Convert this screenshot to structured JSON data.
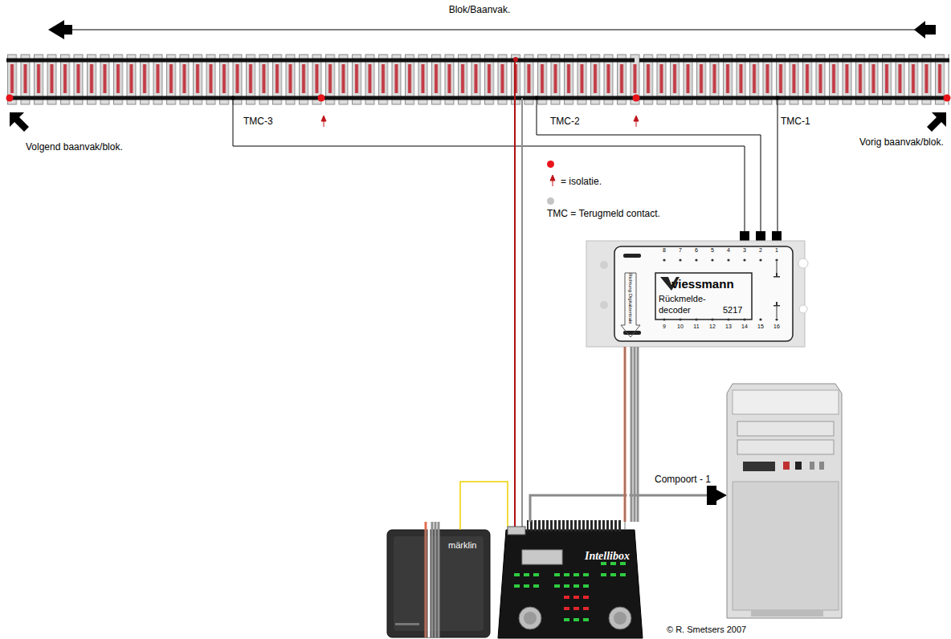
{
  "diagram": {
    "nodes": [
      {
        "text": [
          "viessmann",
          "Rückmelde- decoder",
          "5217"
        ]
      },
      {
        "text": [
          "märklin"
        ]
      },
      {
        "text": [
          "Intellibox"
        ]
      }
    ],
    "edges": [
      {
        "from": 1,
        "to": 2,
        "arrow": "none"
      },
      {
        "from": 0,
        "to": 2,
        "arrow": "none"
      }
    ],
    "labels": [
      "Blok/Baanvak.",
      "TMC-3",
      "TMC-2",
      "TMC-1",
      "Volgend baanvak/blok.",
      "Vorig baanvak/blok.",
      "8",
      "7",
      "6",
      "5",
      "4",
      "3",
      "2",
      "1",
      "9",
      "10",
      "11",
      "12",
      "13",
      "14",
      "15",
      "16",
      "Richtung Digitalzentrale",
      "Compoort - 1",
      "© R. Smetsers 2007"
    ],
    "legend": [
      {
        "text": "= isolatie.",
        "color": "#e8141b"
      },
      {
        "text": "TMC = Terugmeld contact.",
        "color": "#c4c4c4"
      }
    ]
  }
}
